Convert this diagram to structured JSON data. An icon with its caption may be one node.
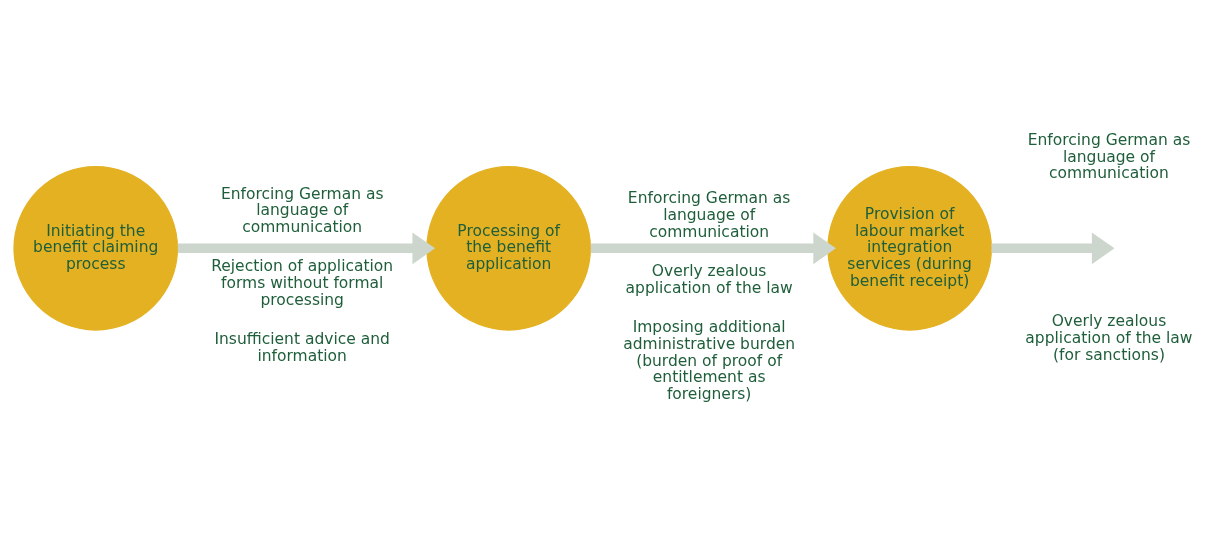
{
  "diagram": {
    "nodes": [
      {
        "text": [
          "Initiating the benefit claiming process"
        ]
      },
      {
        "text": [
          "Processing of the benefit application"
        ]
      },
      {
        "text": [
          "Provision of labour market integration services (during benefit receipt)"
        ]
      }
    ],
    "edges": [
      {
        "from": 0,
        "to": 1,
        "arrow": "to"
      },
      {
        "from": 1,
        "to": 2,
        "arrow": "to"
      },
      {
        "from": 2,
        "to": null,
        "arrow": "to"
      }
    ],
    "labels": [
      "Enforcing German as language of communication",
      "Rejection of application forms without formal processing",
      "Insufficient advice and information",
      "Enforcing German as language of communication",
      "Overly zealous application of the law",
      "Imposing additional administrative burden (burden of proof of entitlement as foreigners)",
      "Enforcing German as language of communication",
      "Overly zealous application of the law (for sanctions)"
    ]
  }
}
